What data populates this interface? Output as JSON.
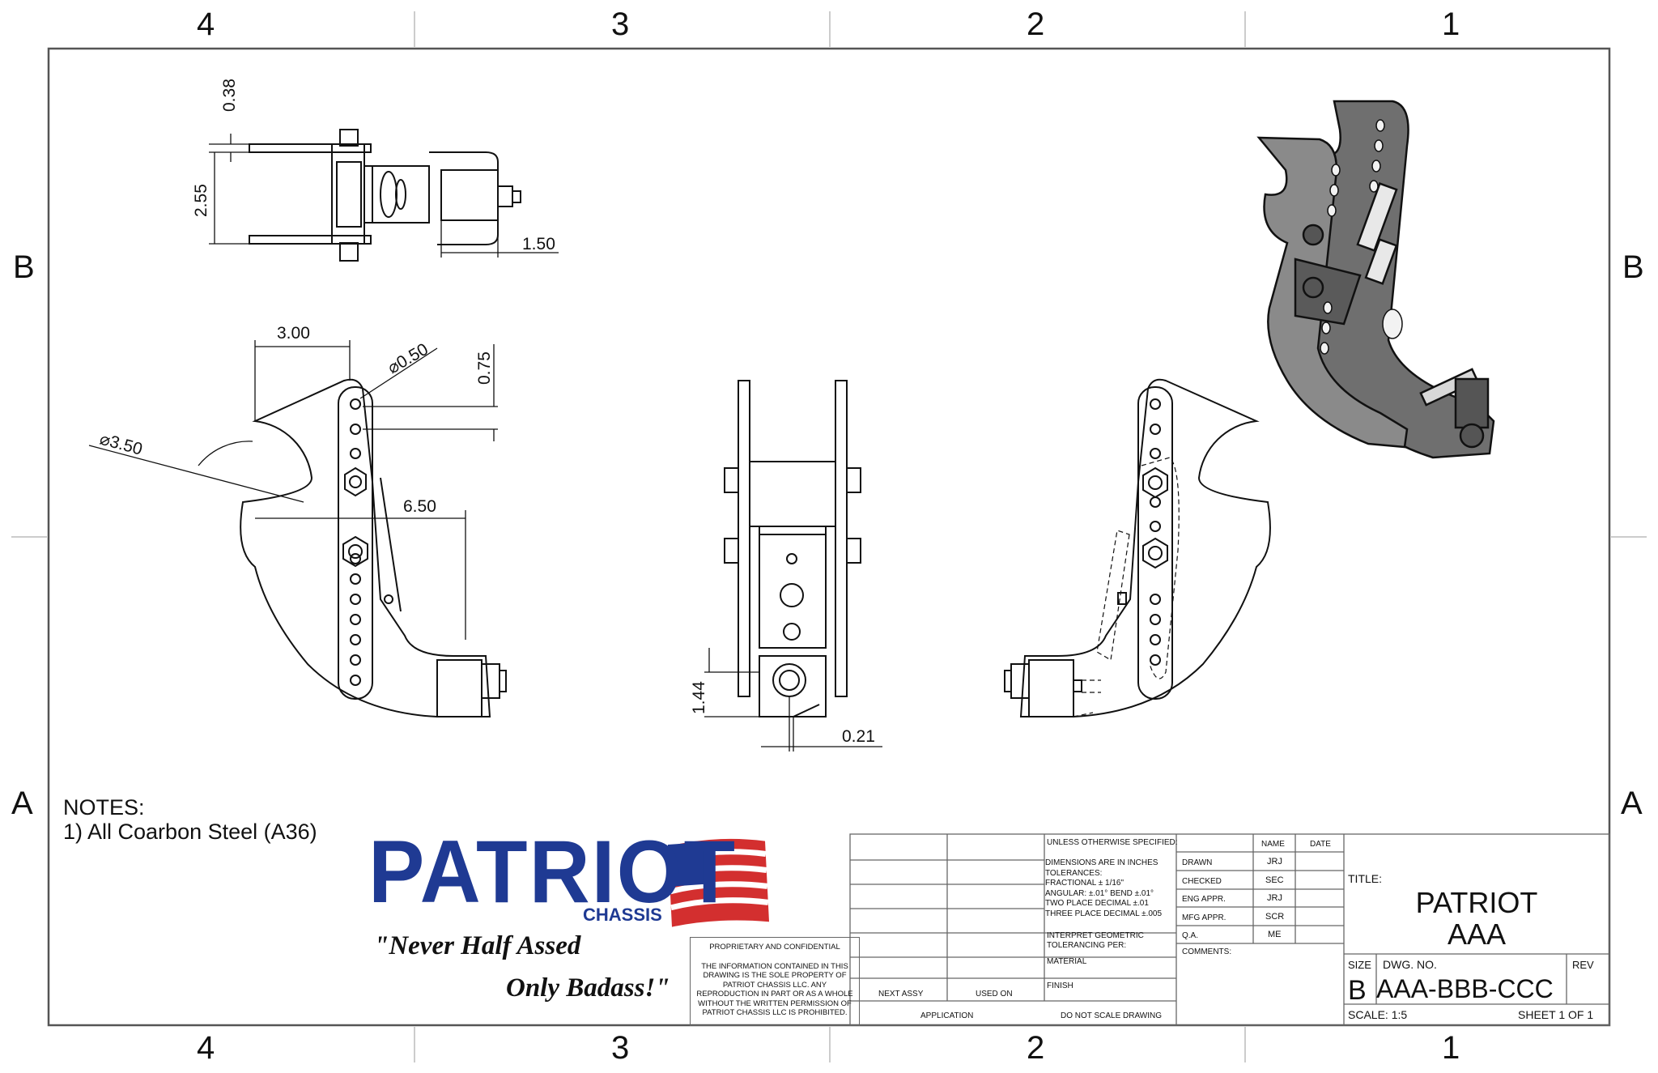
{
  "zones": {
    "top": [
      "4",
      "3",
      "2",
      "1"
    ],
    "bottom": [
      "4",
      "3",
      "2",
      "1"
    ],
    "left": [
      "B",
      "A"
    ],
    "right": [
      "B",
      "A"
    ]
  },
  "dimensions": {
    "top_view": [
      "0.38",
      "2.55",
      "1.50"
    ],
    "side_view": [
      "3.00",
      "⌀0.50",
      "0.75",
      "⌀3.50",
      "6.50"
    ],
    "front_view": [
      "1.44",
      "0.21"
    ]
  },
  "notes": {
    "heading": "NOTES:",
    "item1": "1) All Coarbon Steel (A36)"
  },
  "logo": {
    "name": "PATRIOT",
    "sub": "CHASSIS",
    "slogan_line1": "\"Never Half Assed",
    "slogan_line2": "Only Badass!\""
  },
  "proprietary": {
    "heading": "PROPRIETARY AND CONFIDENTIAL",
    "body": "THE INFORMATION CONTAINED IN THIS DRAWING IS THE SOLE PROPERTY OF PATRIOT CHASSIS LLC. ANY REPRODUCTION IN PART OR AS A WHOLE WITHOUT THE WRITTEN PERMISSION OF PATRIOT CHASSIS LLC IS PROHIBITED."
  },
  "title_block": {
    "unless": "UNLESS OTHERWISE SPECIFIED:",
    "tolerances": [
      "DIMENSIONS ARE IN INCHES",
      "TOLERANCES:",
      "FRACTIONAL ± 1/16\"",
      "ANGULAR: ±.01°  BEND ±.01°",
      "TWO PLACE DECIMAL    ±.01",
      "THREE PLACE DECIMAL  ±.005"
    ],
    "interpret": [
      "INTERPRET GEOMETRIC",
      "TOLERANCING PER:"
    ],
    "material": "MATERIAL",
    "finish": "FINISH",
    "next_assy": "NEXT ASSY",
    "used_on": "USED ON",
    "application": "APPLICATION",
    "do_not_scale": "DO NOT SCALE DRAWING",
    "name_header": "NAME",
    "date_header": "DATE",
    "rows": [
      {
        "label": "DRAWN",
        "name": "JRJ"
      },
      {
        "label": "CHECKED",
        "name": "SEC"
      },
      {
        "label": "ENG APPR.",
        "name": "JRJ"
      },
      {
        "label": "MFG APPR.",
        "name": "SCR"
      },
      {
        "label": "Q.A.",
        "name": "ME"
      }
    ],
    "comments": "COMMENTS:",
    "title_label": "TITLE:",
    "title_line1": "PATRIOT",
    "title_line2": "AAA",
    "size_label": "SIZE",
    "size": "B",
    "dwg_label": "DWG.  NO.",
    "dwg_no": "AAA-BBB-CCC",
    "rev_label": "REV",
    "scale": "SCALE: 1:5",
    "sheet": "SHEET 1 OF 1"
  }
}
